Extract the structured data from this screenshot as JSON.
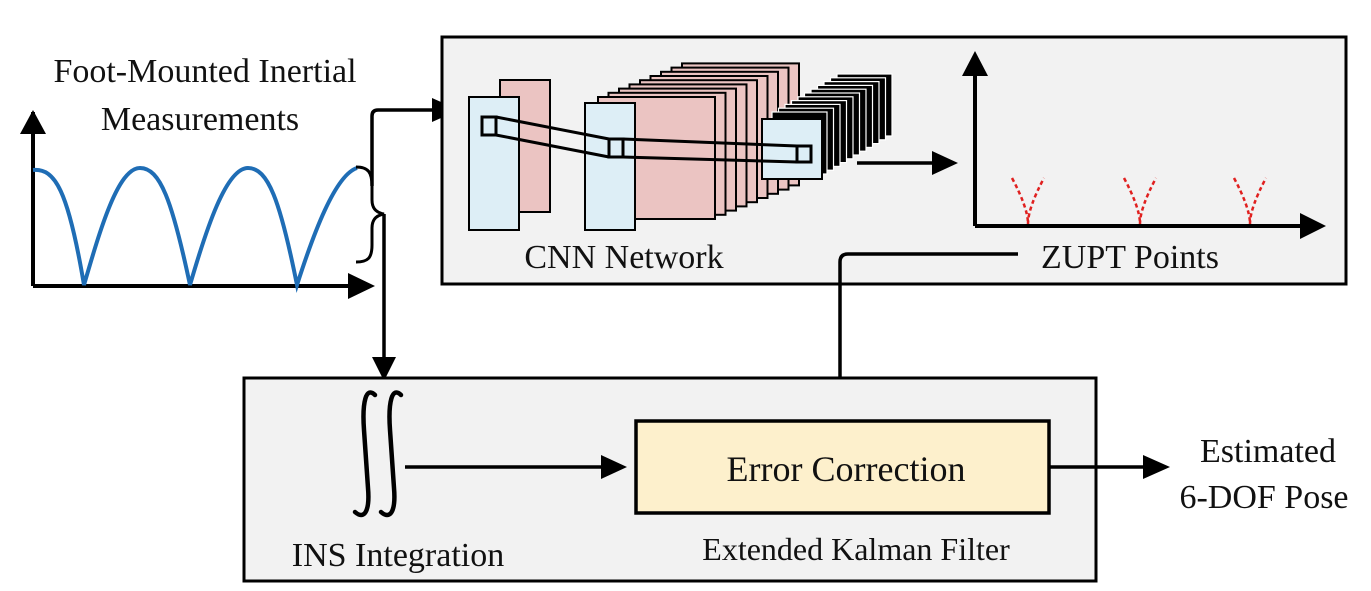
{
  "input": {
    "title_line1": "Foot-Mounted Inertial",
    "title_line2": "Measurements"
  },
  "cnn": {
    "label": "CNN Network"
  },
  "zupt": {
    "label": "ZUPT Points"
  },
  "ins": {
    "label": "INS Integration"
  },
  "ekf": {
    "box_label": "Error Correction",
    "label": "Extended Kalman Filter"
  },
  "output": {
    "line1": "Estimated",
    "line2": "6-DOF Pose"
  },
  "colors": {
    "signal": "#1f6db5",
    "zupt_marks": "#e0201f",
    "panel_bg": "#f2f2f2",
    "feature_map_blue": "#ddeef6",
    "feature_map_pink": "#ebc4c2",
    "ekf_box_fill": "#fdf0cc"
  }
}
